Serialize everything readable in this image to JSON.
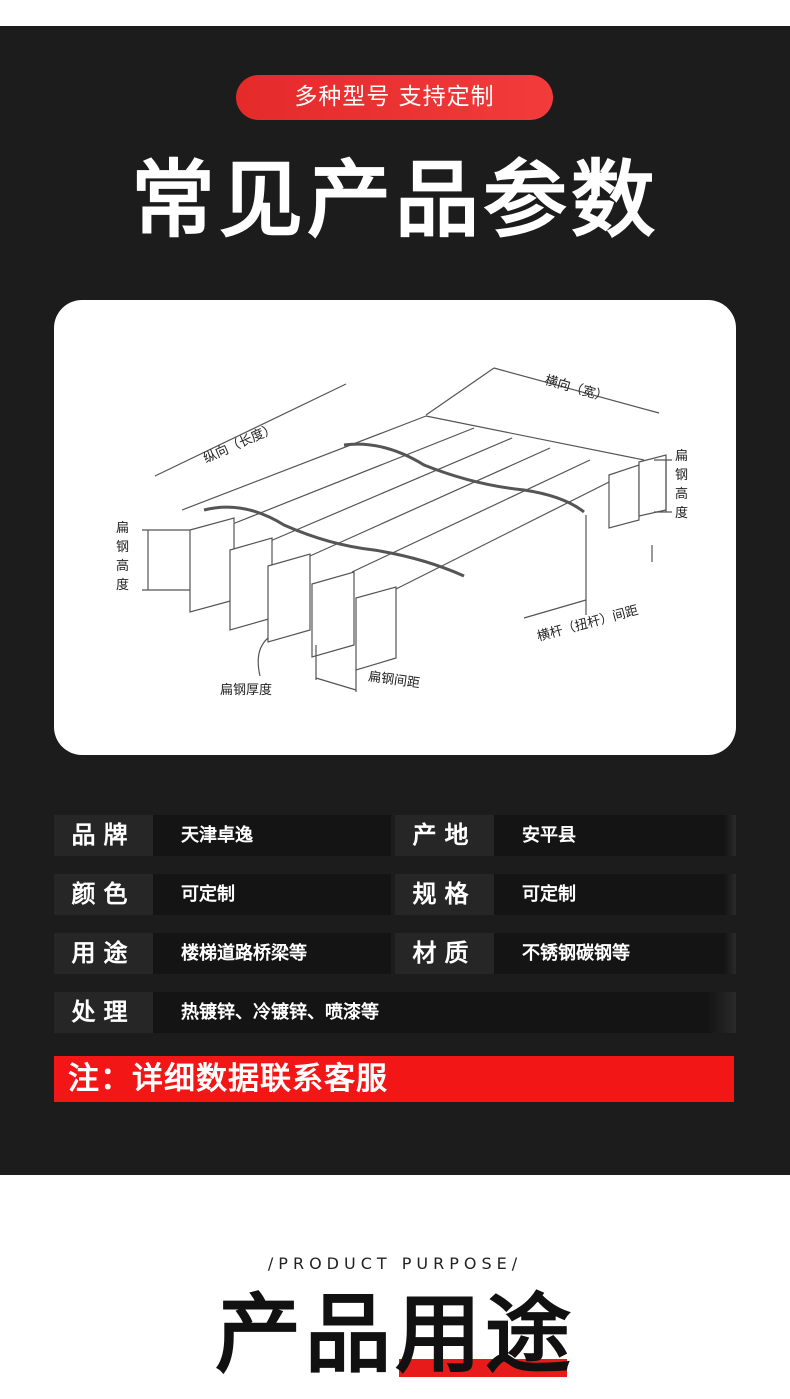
{
  "header": {
    "badge": "多种型号 支持定制",
    "title": "常见产品参数"
  },
  "diagram": {
    "longitudinal": "纵向（长度）",
    "transverse": "横向（宽）",
    "flat_height": [
      "扁",
      "钢",
      "高",
      "度"
    ],
    "cross_bar_pitch": "横杆（扭杆）间距",
    "bearing_bar_pitch": "扁钢间距",
    "flat_thickness": "扁钢厚度"
  },
  "specs": [
    [
      {
        "key": "品牌",
        "value": "天津卓逸"
      },
      {
        "key": "产地",
        "value": "安平县"
      }
    ],
    [
      {
        "key": "颜色",
        "value": "可定制"
      },
      {
        "key": "规格",
        "value": "可定制"
      }
    ],
    [
      {
        "key": "用途",
        "value": "楼梯道路桥梁等"
      },
      {
        "key": "材质",
        "value": "不锈钢碳钢等"
      }
    ],
    [
      {
        "key": "处理",
        "value": "热镀锌、冷镀锌、喷漆等"
      }
    ]
  ],
  "note": "注：详细数据联系客服",
  "purpose": {
    "subtitle": "/PRODUCT PURPOSE/",
    "title_a": "产品",
    "title_b": "用途"
  }
}
